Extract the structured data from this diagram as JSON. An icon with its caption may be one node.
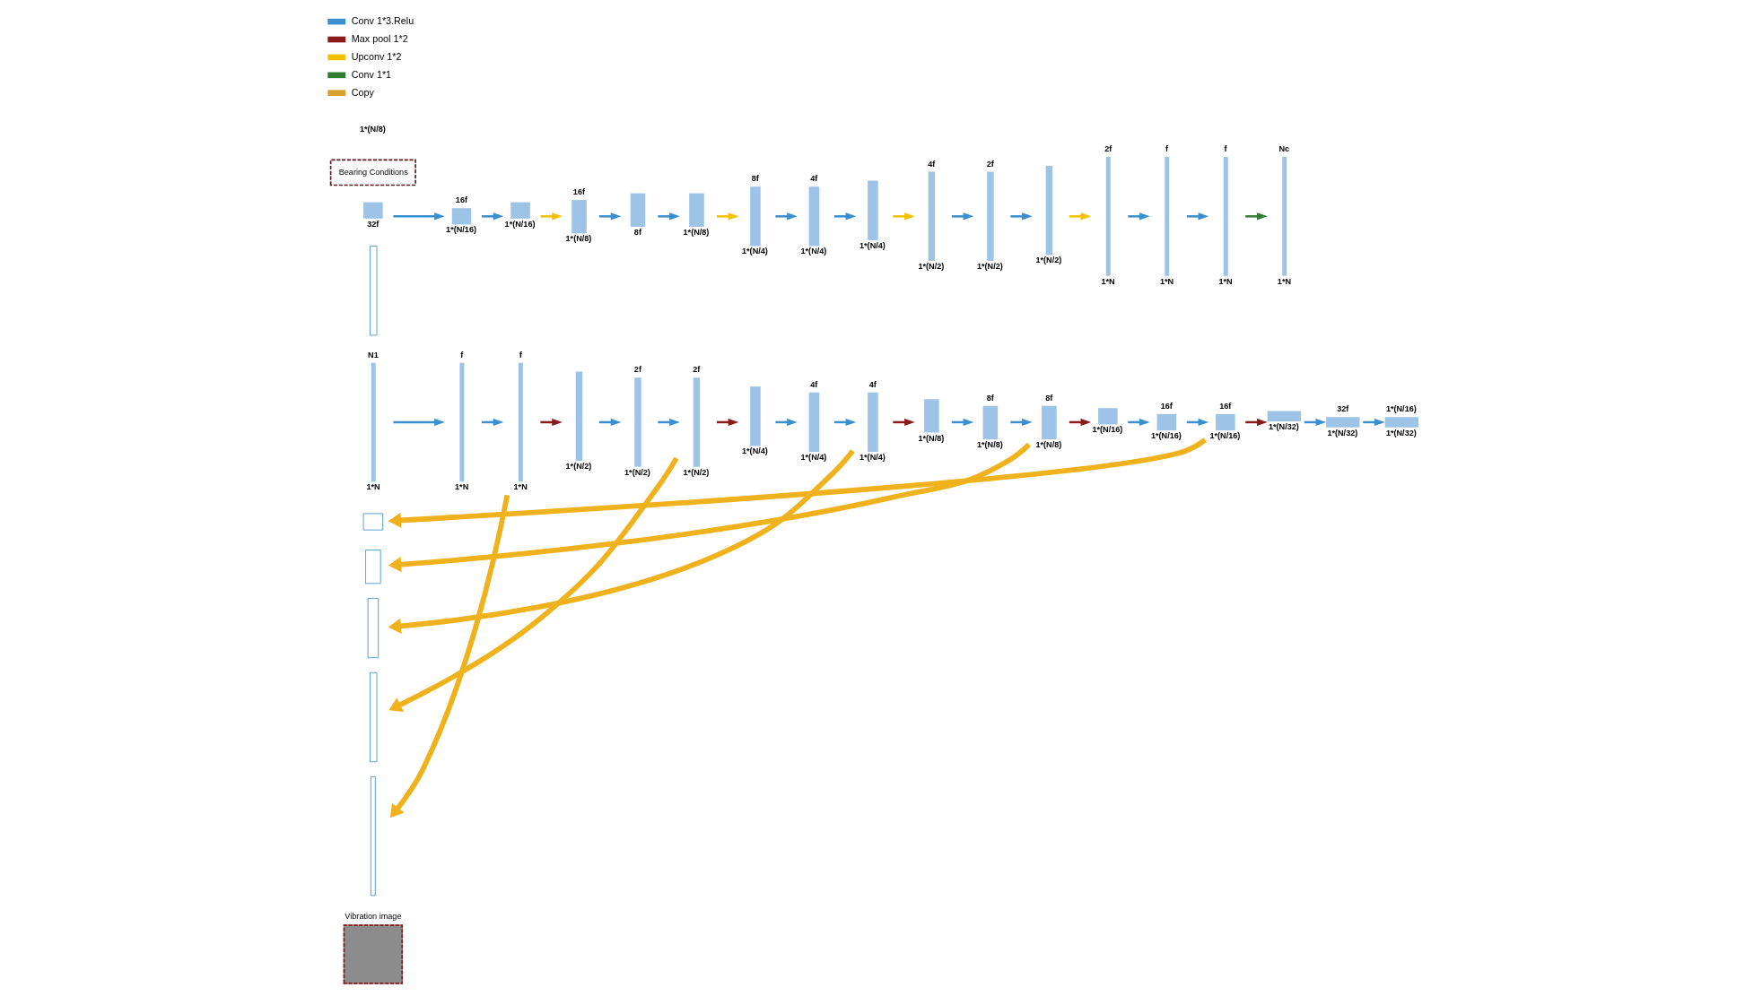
{
  "diagram": {
    "nodes": [
      {
        "text": [
          "Vibration image"
        ]
      },
      {
        "text": [],
        "shape": "bar",
        "beside": [
          "N1",
          "1*N"
        ]
      },
      {
        "text": [],
        "shape": "bar",
        "beside": [
          "f",
          "1*N"
        ]
      },
      {
        "text": [],
        "shape": "bar",
        "beside": [
          "f",
          "1*N"
        ]
      },
      {
        "text": [],
        "shape": "bar",
        "beside": [
          "1*(N/2)"
        ]
      },
      {
        "text": [],
        "shape": "bar",
        "beside": [
          "2f",
          "1*(N/2)"
        ]
      },
      {
        "text": [],
        "shape": "bar",
        "beside": [
          "2f",
          "1*(N/2)"
        ]
      },
      {
        "text": [],
        "shape": "box"
      },
      {
        "text": [],
        "shape": "bar",
        "beside": [
          "1*(N/4)"
        ]
      },
      {
        "text": [],
        "shape": "bar",
        "beside": [
          "4f",
          "1*(N/4)"
        ]
      },
      {
        "text": [],
        "shape": "bar",
        "beside": [
          "4f",
          "1*(N/4)"
        ]
      },
      {
        "text": [],
        "shape": "bar",
        "beside": [
          "1*(N/8)"
        ]
      },
      {
        "text": [],
        "shape": "bar",
        "beside": [
          "8f",
          "1*(N/8)"
        ]
      },
      {
        "text": [],
        "shape": "bar",
        "beside": [
          "8f",
          "1*(N/8)"
        ]
      },
      {
        "text": [],
        "shape": "bar",
        "beside": [
          "1*(N/16)"
        ]
      },
      {
        "text": [],
        "shape": "bar",
        "beside": [
          "16f",
          "1*(N/16)"
        ]
      },
      {
        "text": [],
        "shape": "bar",
        "beside": [
          "16f",
          "1*(N/16)"
        ]
      },
      {
        "text": [],
        "shape": "bar",
        "beside": [
          "1*(N/32)"
        ]
      },
      {
        "text": [],
        "shape": "bar",
        "beside": [
          "32f",
          "1*(N/32)"
        ]
      },
      {
        "text": [],
        "shape": "bar",
        "beside": [
          "1*(N/16)",
          "1*(N/32)"
        ]
      },
      {
        "text": [],
        "shape": "box"
      },
      {
        "text": [],
        "shape": "bar",
        "beside": [
          "32f"
        ]
      },
      {
        "text": [],
        "shape": "bar",
        "beside": [
          "16f",
          "1*(N/16)"
        ]
      },
      {
        "text": [],
        "shape": "bar",
        "beside": [
          "1*(N/16)"
        ]
      },
      {
        "text": [],
        "shape": "box"
      },
      {
        "text": [],
        "shape": "bar",
        "beside": [
          "16f",
          "1*(N/8)"
        ]
      },
      {
        "text": [],
        "shape": "bar",
        "beside": [
          "8f"
        ]
      },
      {
        "text": [],
        "shape": "bar",
        "beside": [
          "1*(N/8)"
        ]
      },
      {
        "text": [],
        "shape": "box"
      },
      {
        "text": [],
        "shape": "bar",
        "beside": [
          "8f",
          "1*(N/4)"
        ]
      },
      {
        "text": [],
        "shape": "bar",
        "beside": [
          "4f",
          "1*(N/4)"
        ]
      },
      {
        "text": [],
        "shape": "bar",
        "beside": [
          "1*(N/4)"
        ]
      },
      {
        "text": [],
        "shape": "box"
      },
      {
        "text": [],
        "shape": "bar",
        "beside": [
          "4f",
          "1*(N/2)"
        ]
      },
      {
        "text": [],
        "shape": "bar",
        "beside": [
          "2f",
          "1*(N/2)"
        ]
      },
      {
        "text": [],
        "shape": "bar",
        "beside": [
          "1*(N/2)"
        ]
      },
      {
        "text": [],
        "shape": "box"
      },
      {
        "text": [],
        "shape": "bar",
        "beside": [
          "2f",
          "1*N"
        ]
      },
      {
        "text": [],
        "shape": "bar",
        "beside": [
          "f",
          "1*N"
        ]
      },
      {
        "text": [],
        "shape": "bar",
        "beside": [
          "f",
          "1*N"
        ]
      },
      {
        "text": [],
        "shape": "bar",
        "beside": [
          "Nc",
          "1*N"
        ]
      },
      {
        "text": [
          "Bearing Conditions"
        ]
      }
    ],
    "edges": [
      {
        "from": 1,
        "to": 2,
        "arrow": "to"
      },
      {
        "from": 2,
        "to": 3,
        "arrow": "to"
      },
      {
        "from": 3,
        "to": 4,
        "arrow": "to",
        "color": "#8b1a1a"
      },
      {
        "from": 4,
        "to": 5,
        "arrow": "to"
      },
      {
        "from": 5,
        "to": 6,
        "arrow": "to"
      },
      {
        "from": 6,
        "to": 8,
        "arrow": "to",
        "color": "#8b1a1a"
      },
      {
        "from": 8,
        "to": 9,
        "arrow": "to"
      },
      {
        "from": 9,
        "to": 10,
        "arrow": "to"
      },
      {
        "from": 10,
        "to": 11,
        "arrow": "to",
        "color": "#8b1a1a"
      },
      {
        "from": 11,
        "to": 12,
        "arrow": "to"
      },
      {
        "from": 12,
        "to": 13,
        "arrow": "to"
      },
      {
        "from": 13,
        "to": 14,
        "arrow": "to",
        "color": "#8b1a1a"
      },
      {
        "from": 14,
        "to": 15,
        "arrow": "to"
      },
      {
        "from": 15,
        "to": 16,
        "arrow": "to"
      },
      {
        "from": 16,
        "to": 17,
        "arrow": "to",
        "color": "#8b1a1a"
      },
      {
        "from": 17,
        "to": 18,
        "arrow": "to"
      },
      {
        "from": 18,
        "to": 19,
        "arrow": "to"
      },
      {
        "from": 3,
        "to": 36,
        "arrow": "to",
        "style": "thick",
        "color": "#f0b21c"
      },
      {
        "from": 6,
        "to": 32,
        "arrow": "to",
        "style": "thick",
        "color": "#f0b21c"
      },
      {
        "from": 10,
        "to": 28,
        "arrow": "to",
        "style": "thick",
        "color": "#f0b21c"
      },
      {
        "from": 13,
        "to": 24,
        "arrow": "to",
        "style": "thick",
        "color": "#f0b21c"
      },
      {
        "from": 16,
        "to": 20,
        "arrow": "to",
        "style": "thick",
        "color": "#f0b21c"
      },
      {
        "from": 21,
        "to": 22,
        "arrow": "to"
      },
      {
        "from": 22,
        "to": 23,
        "arrow": "to"
      },
      {
        "from": 23,
        "to": 25,
        "arrow": "to",
        "color": "#f5c000"
      },
      {
        "from": 25,
        "to": 26,
        "arrow": "to"
      },
      {
        "from": 26,
        "to": 27,
        "arrow": "to"
      },
      {
        "from": 27,
        "to": 29,
        "arrow": "to",
        "color": "#f5c000"
      },
      {
        "from": 29,
        "to": 30,
        "arrow": "to"
      },
      {
        "from": 30,
        "to": 31,
        "arrow": "to"
      },
      {
        "from": 31,
        "to": 33,
        "arrow": "to",
        "color": "#f5c000"
      },
      {
        "from": 33,
        "to": 34,
        "arrow": "to"
      },
      {
        "from": 34,
        "to": 35,
        "arrow": "to"
      },
      {
        "from": 35,
        "to": 37,
        "arrow": "to",
        "color": "#f5c000"
      },
      {
        "from": 37,
        "to": 38,
        "arrow": "to"
      },
      {
        "from": 38,
        "to": 39,
        "arrow": "to"
      },
      {
        "from": 39,
        "to": 40,
        "arrow": "to",
        "color": "#2e7d32"
      }
    ],
    "labels": [
      "1*(N/8)"
    ],
    "legend": [
      {
        "text": "Conv 1*3.Relu"
      },
      {
        "text": "Max pool 1*2"
      },
      {
        "text": "Upconv 1*2"
      },
      {
        "text": "Conv 1*1"
      },
      {
        "text": "Copy"
      }
    ]
  }
}
